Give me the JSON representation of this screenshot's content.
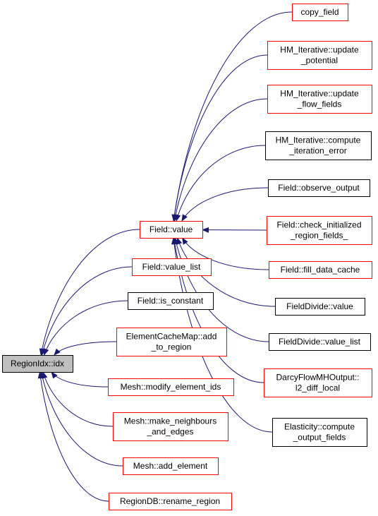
{
  "colors": {
    "edge": "#191970",
    "border_red": "#ff0000",
    "border_black": "#000000",
    "root_fill": "#bfbfbf"
  },
  "nodes": [
    {
      "id": "root",
      "lines": [
        "RegionIdx::idx"
      ],
      "border": "black",
      "fill": "root"
    },
    {
      "id": "value",
      "lines": [
        "Field::value"
      ],
      "border": "red"
    },
    {
      "id": "value_list",
      "lines": [
        "Field::value_list"
      ],
      "border": "red"
    },
    {
      "id": "is_constant",
      "lines": [
        "Field::is_constant"
      ],
      "border": "black"
    },
    {
      "id": "ecm_add",
      "lines": [
        "ElementCacheMap::add",
        "_to_region"
      ],
      "border": "red"
    },
    {
      "id": "modify_ids",
      "lines": [
        "Mesh::modify_element_ids"
      ],
      "border": "red"
    },
    {
      "id": "make_neigh",
      "lines": [
        "Mesh::make_neighbours",
        "_and_edges"
      ],
      "border": "red"
    },
    {
      "id": "add_element",
      "lines": [
        "Mesh::add_element"
      ],
      "border": "red"
    },
    {
      "id": "rename_region",
      "lines": [
        "RegionDB::rename_region"
      ],
      "border": "red"
    },
    {
      "id": "copy_field",
      "lines": [
        "copy_field"
      ],
      "border": "red"
    },
    {
      "id": "hm_potential",
      "lines": [
        "HM_Iterative::update",
        "_potential"
      ],
      "border": "red"
    },
    {
      "id": "hm_flow",
      "lines": [
        "HM_Iterative::update",
        "_flow_fields"
      ],
      "border": "red"
    },
    {
      "id": "hm_error",
      "lines": [
        "HM_Iterative::compute",
        "_iteration_error"
      ],
      "border": "black"
    },
    {
      "id": "observe",
      "lines": [
        "Field::observe_output"
      ],
      "border": "black"
    },
    {
      "id": "check_init",
      "lines": [
        "Field::check_initialized",
        "_region_fields_"
      ],
      "border": "red"
    },
    {
      "id": "fill_cache",
      "lines": [
        "Field::fill_data_cache"
      ],
      "border": "red"
    },
    {
      "id": "fd_value",
      "lines": [
        "FieldDivide::value"
      ],
      "border": "black"
    },
    {
      "id": "fd_value_list",
      "lines": [
        "FieldDivide::value_list"
      ],
      "border": "black"
    },
    {
      "id": "darcy",
      "lines": [
        "DarcyFlowMHOutput::",
        "l2_diff_local"
      ],
      "border": "red"
    },
    {
      "id": "elasticity",
      "lines": [
        "Elasticity::compute",
        "_output_fields"
      ],
      "border": "black"
    }
  ],
  "edges": [
    [
      "value",
      "root"
    ],
    [
      "value_list",
      "root"
    ],
    [
      "is_constant",
      "root"
    ],
    [
      "ecm_add",
      "root"
    ],
    [
      "modify_ids",
      "root"
    ],
    [
      "make_neigh",
      "root"
    ],
    [
      "add_element",
      "root"
    ],
    [
      "rename_region",
      "root"
    ],
    [
      "copy_field",
      "value"
    ],
    [
      "hm_potential",
      "value"
    ],
    [
      "hm_flow",
      "value"
    ],
    [
      "hm_error",
      "value"
    ],
    [
      "observe",
      "value"
    ],
    [
      "check_init",
      "value"
    ],
    [
      "fill_cache",
      "value"
    ],
    [
      "fd_value",
      "value"
    ],
    [
      "fd_value_list",
      "value"
    ],
    [
      "darcy",
      "value"
    ],
    [
      "elasticity",
      "value"
    ]
  ]
}
